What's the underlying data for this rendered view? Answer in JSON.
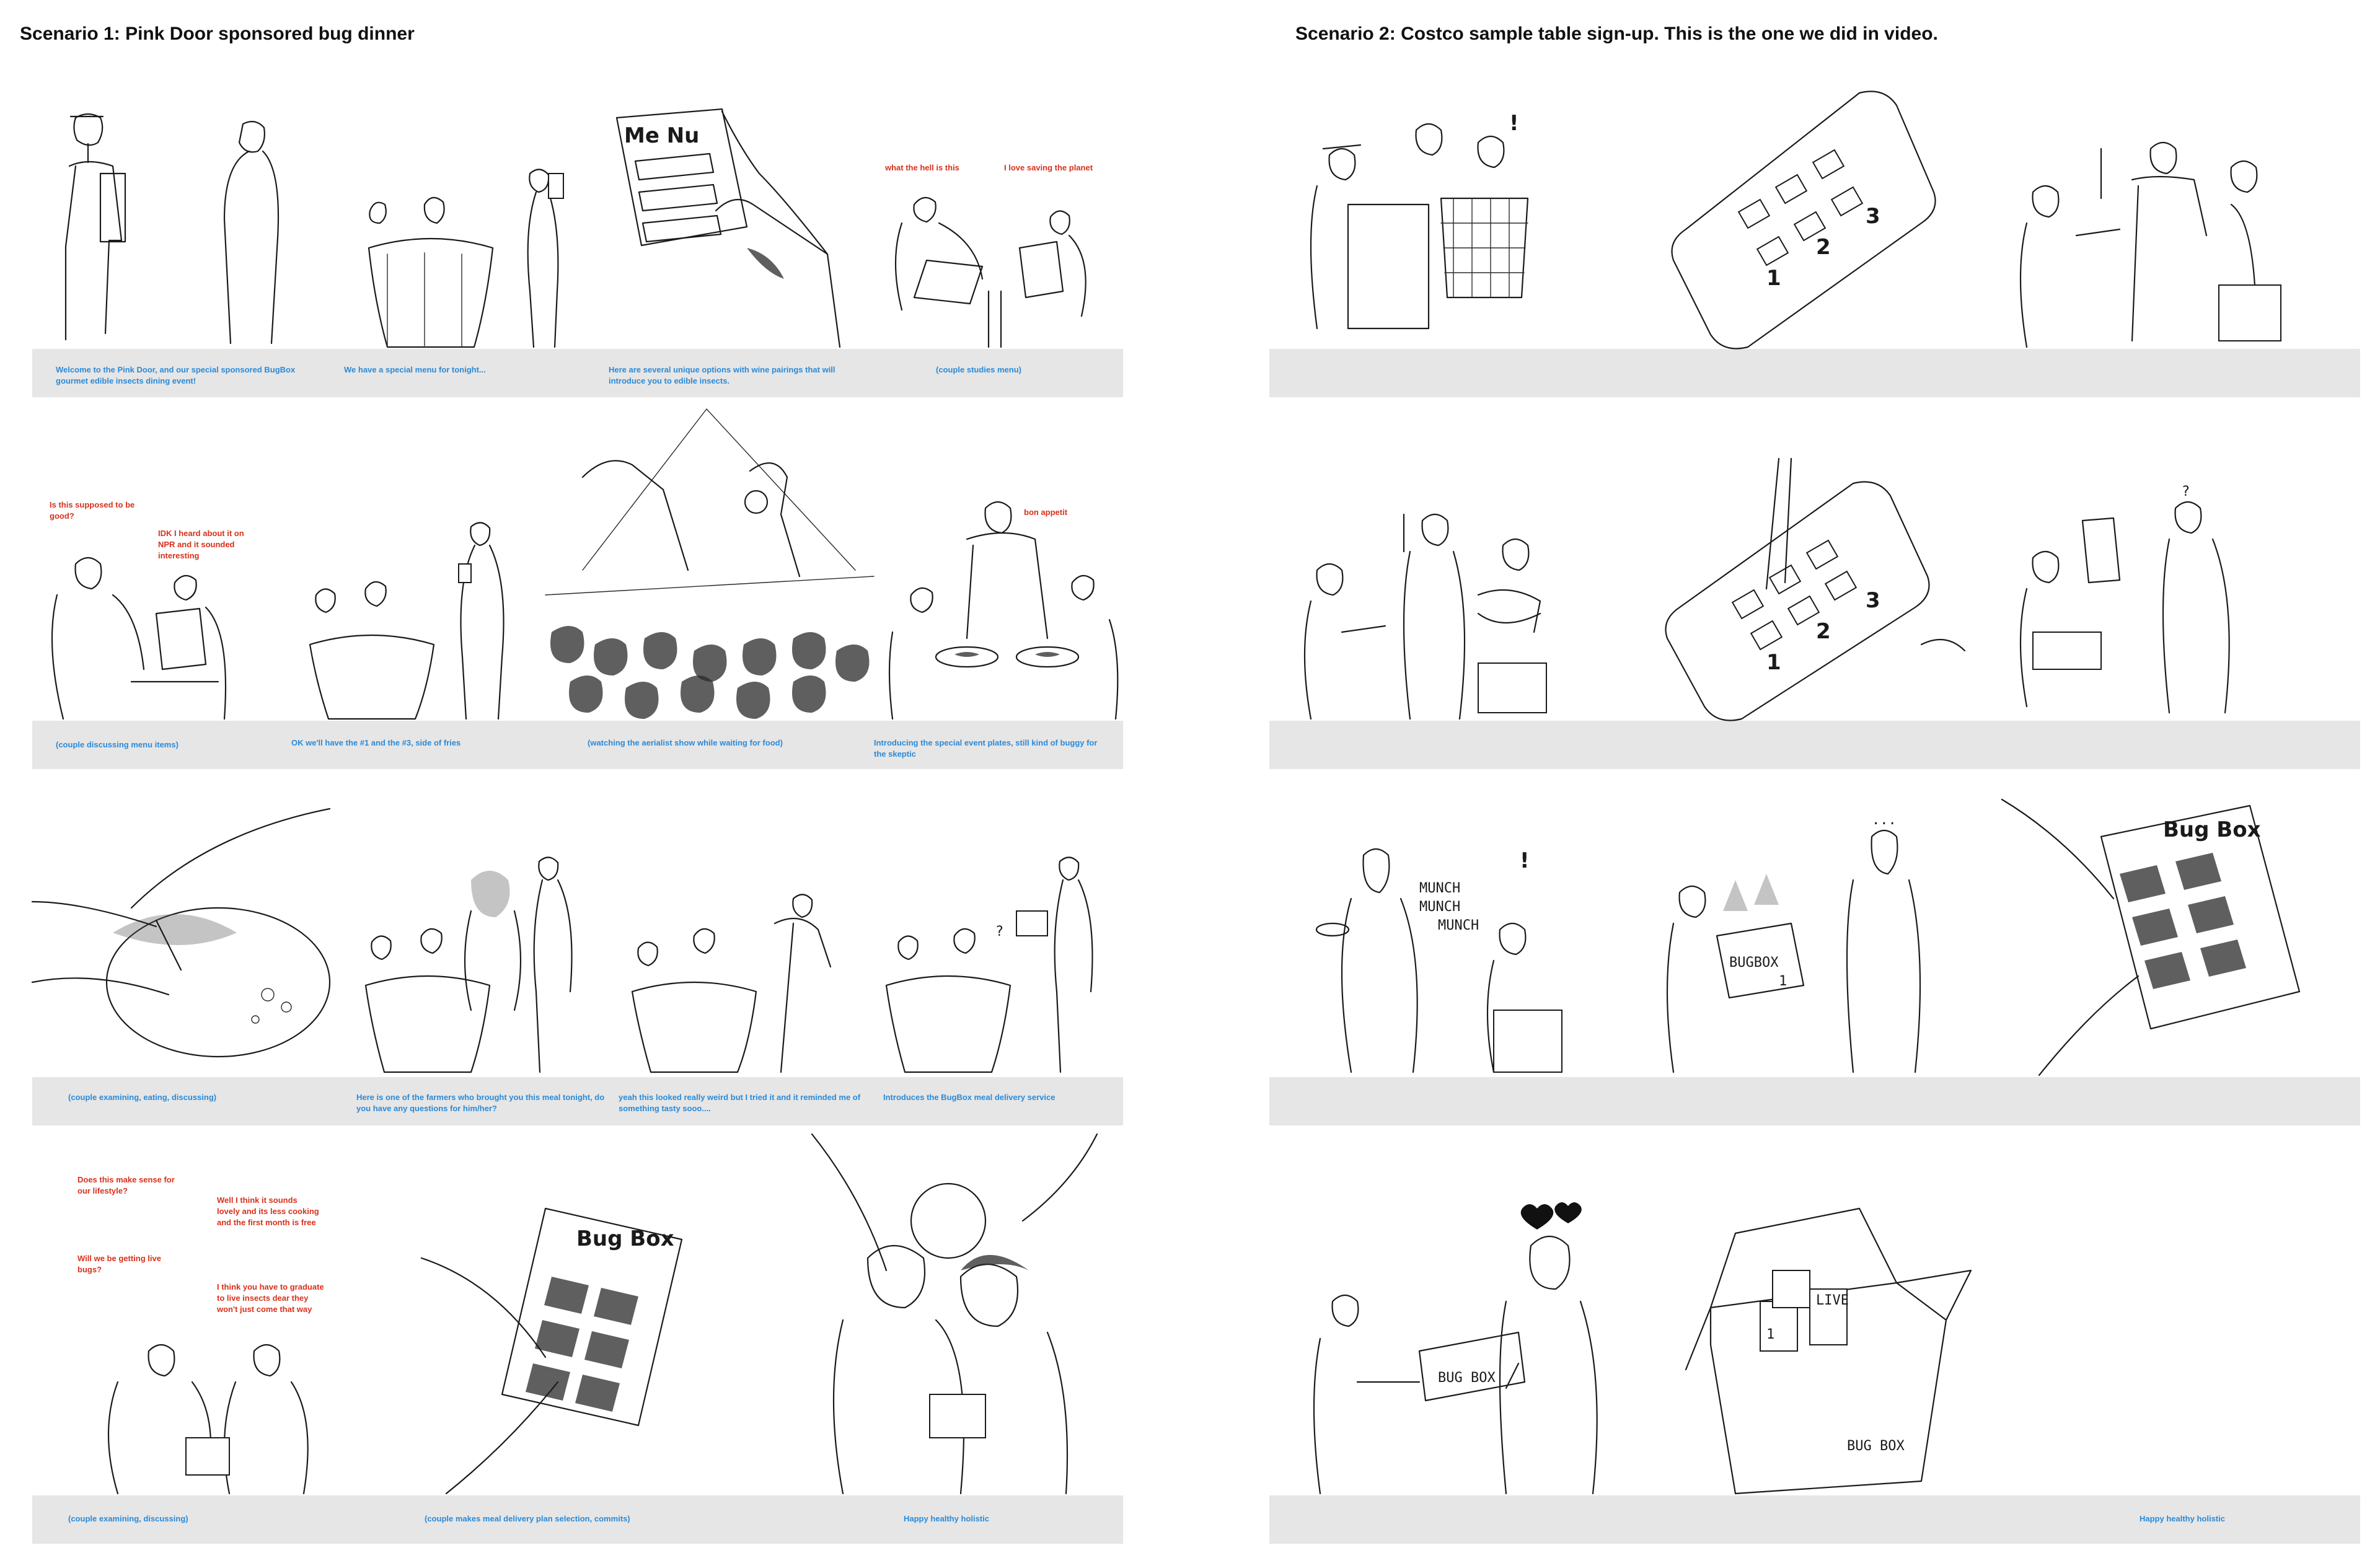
{
  "scenario1": {
    "title": "Scenario 1: Pink Door sponsored bug dinner",
    "rows": [
      {
        "captions": [
          "Welcome to the Pink Door, and our special sponsored BugBox gourmet edible insects dining event!",
          "We have a special menu for tonight...",
          "Here are several unique options with wine pairings that will introduce you to edible insects.",
          "(couple studies menu)"
        ],
        "speech": [
          "what the hell is this",
          "I love saving the planet"
        ],
        "sketch_text": [
          "Me Nu"
        ]
      },
      {
        "captions": [
          "(couple discussing menu items)",
          "OK we'll have the #1 and the #3, side of fries",
          "(watching the aerialist show while waiting for food)",
          "Introducing the special event plates, still kind of buggy for the skeptic"
        ],
        "speech": [
          "Is this supposed to be good?",
          "IDK I heard about it on NPR and it sounded interesting",
          "bon appetit"
        ]
      },
      {
        "captions": [
          "(couple examining, eating, discussing)",
          "Here is one of the farmers who brought you this meal tonight, do you have any questions for him/her?",
          "yeah this looked really weird but I tried it and it reminded me of something tasty sooo....",
          "Introduces the BugBox meal delivery service"
        ]
      },
      {
        "captions": [
          "(couple examining, discussing)",
          "(couple makes meal delivery plan selection, commits)",
          "Happy healthy holistic"
        ],
        "speech": [
          "Does this make sense for our lifestyle?",
          "Well I think it sounds lovely and its less cooking and the first month is free",
          "Will we be getting live bugs?",
          "I think you have to graduate to live insects dear they won't just come that way"
        ],
        "sketch_text": [
          "Bug Box"
        ]
      }
    ]
  },
  "scenario2": {
    "title": "Scenario 2: Costco sample table sign-up. This is the one we did in video.",
    "rows": [
      {
        "sketch_text": [
          "1",
          "2",
          "3"
        ]
      },
      {
        "sketch_text": [
          "1",
          "2",
          "3"
        ]
      },
      {
        "sketch_text": [
          "MUNCH",
          "MUNCH",
          "MUNCH",
          "BUGBOX",
          "1",
          "Bug Box"
        ]
      },
      {
        "captions": [
          "Happy healthy holistic"
        ],
        "sketch_text": [
          "BUG BOX",
          "LIVE",
          "1",
          "BUG BOX"
        ]
      }
    ]
  },
  "colors": {
    "caption_text": "#2a8ad8",
    "speech_text": "#d9301a",
    "caption_bar": "#e6e6e6"
  }
}
